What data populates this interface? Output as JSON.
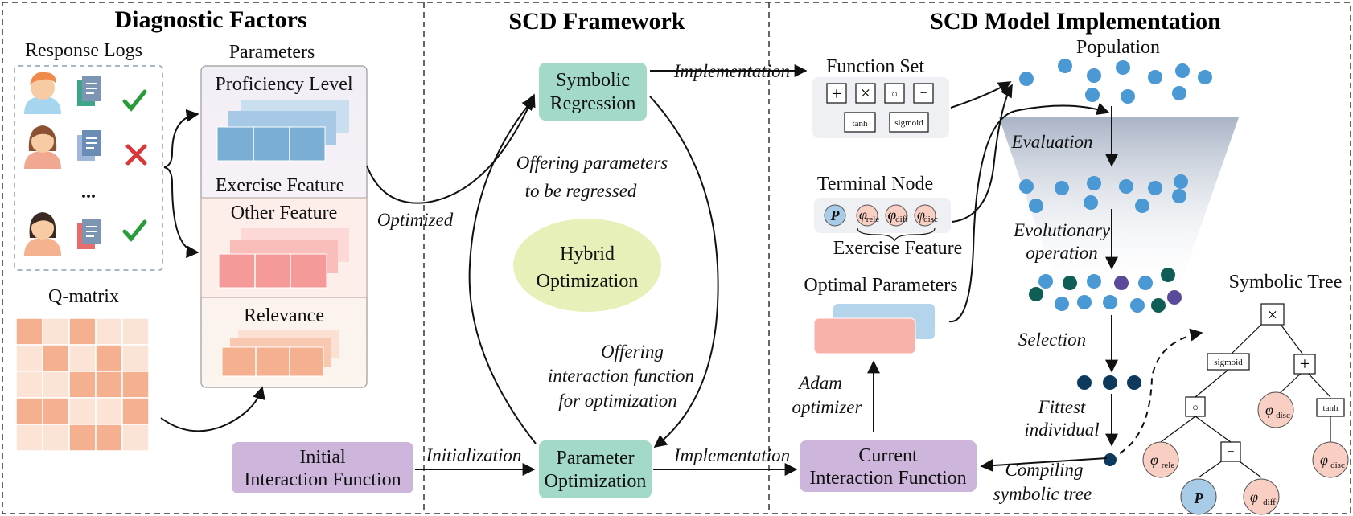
{
  "panels": {
    "left_title": "Diagnostic Factors",
    "middle_title": "SCD Framework",
    "right_title": "SCD Model Implementation"
  },
  "left": {
    "response_logs": "Response Logs",
    "ellipsis": "...",
    "parameters": "Parameters",
    "proficiency": "Proficiency Level",
    "exercise_feature": "Exercise Feature",
    "other_feature": "Other Feature",
    "relevance": "Relevance",
    "qmatrix": "Q-matrix"
  },
  "middle": {
    "symbolic_regression_1": "Symbolic",
    "symbolic_regression_2": "Regression",
    "hybrid_1": "Hybrid",
    "hybrid_2": "Optimization",
    "param_opt_1": "Parameter",
    "param_opt_2": "Optimization",
    "offering_params_1": "Offering parameters",
    "offering_params_2": "to be regressed",
    "offering_inter_1": "Offering",
    "offering_inter_2": "interaction function",
    "offering_inter_3": "for optimization",
    "optimized": "Optimized",
    "initialization": "Initialization",
    "implementation_top": "Implementation",
    "implementation_bottom": "Implementation",
    "initial_if_1": "Initial",
    "initial_if_2": "Interaction Function"
  },
  "right": {
    "function_set": "Function Set",
    "fn_plus": "+",
    "fn_times": "×",
    "fn_compose": "○",
    "fn_minus": "−",
    "fn_tanh": "tanh",
    "fn_sigmoid": "sigmoid",
    "terminal_node": "Terminal Node",
    "exercise_feature": "Exercise Feature",
    "term_p": "P",
    "phi": "φ",
    "sub_rele": "rele",
    "sub_diff": "diff",
    "sub_disc": "disc",
    "optimal_params": "Optimal Parameters",
    "adam_1": "Adam",
    "adam_2": "optimizer",
    "population": "Population",
    "evaluation": "Evaluation",
    "evolutionary_1": "Evolutionary",
    "evolutionary_2": "operation",
    "selection": "Selection",
    "fittest_1": "Fittest",
    "fittest_2": "individual",
    "compiling_1": "Compiling",
    "compiling_2": "symbolic tree",
    "current_if_1": "Current",
    "current_if_2": "Interaction Function",
    "symbolic_tree": "Symbolic Tree",
    "tree_root": "×",
    "tree_sigmoid": "sigmoid",
    "tree_plus": "+",
    "tree_compose": "○",
    "tree_minus": "−",
    "tree_tanh": "tanh"
  },
  "colors": {
    "teal_box": "#a3d9c9",
    "purple_box": "#cdb5dc",
    "blue_block": "#7aaed3",
    "red_block": "#f59a98",
    "orange_block": "#f5b08f",
    "dot_blue": "#4a98d4",
    "dot_dark": "#0d3a5c",
    "dot_green": "#0f5e55",
    "dot_purple": "#5b4a9a",
    "check": "#2a9a3a",
    "cross": "#d8383a"
  }
}
